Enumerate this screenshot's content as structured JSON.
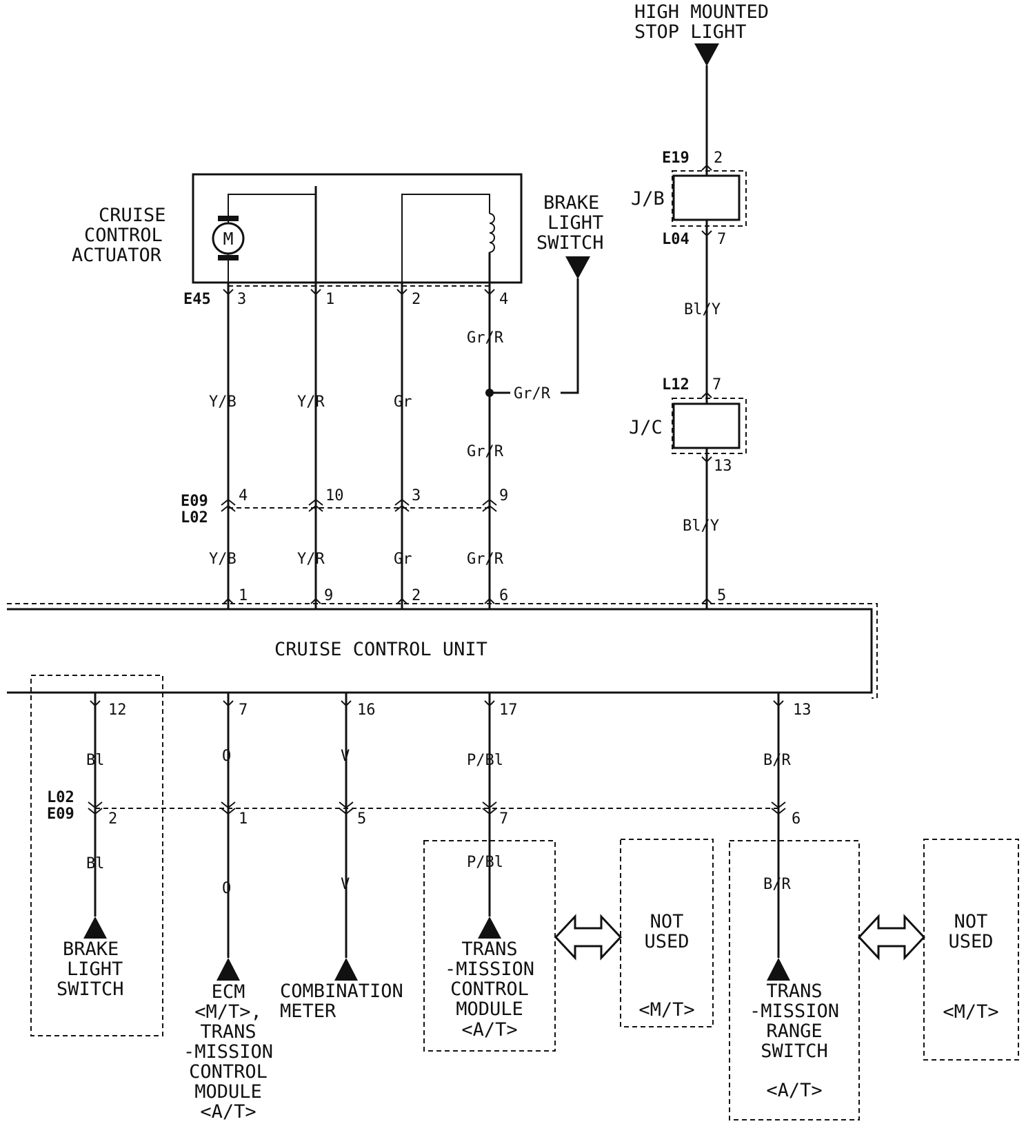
{
  "components": {
    "high_mounted_stop_light": [
      "HIGH MOUNTED",
      "STOP LIGHT"
    ],
    "cruise_control_actuator": [
      "CRUISE",
      "CONTROL",
      "ACTUATOR"
    ],
    "brake_light_switch_top": [
      "BRAKE",
      "LIGHT",
      "SWITCH"
    ],
    "motor_symbol": "M",
    "cruise_control_unit": "CRUISE CONTROL UNIT",
    "junction_block": "J/B",
    "joint_connector": "J/C",
    "brake_light_switch_bottom": [
      "BRAKE",
      "LIGHT",
      "SWITCH"
    ],
    "ecm": [
      "ECM",
      "<M/T>,",
      "TRANS",
      "-MISSION",
      "CONTROL",
      "MODULE",
      "<A/T>"
    ],
    "combination_meter": [
      "COMBINATION",
      "METER"
    ],
    "tcm": [
      "TRANS",
      "-MISSION",
      "CONTROL",
      "MODULE",
      "<A/T>"
    ],
    "not_used_1": [
      "NOT",
      "USED",
      "<M/T>"
    ],
    "range_switch": [
      "TRANS",
      "-MISSION",
      "RANGE",
      "SWITCH",
      "<A/T>"
    ],
    "not_used_2": [
      "NOT",
      "USED",
      "<M/T>"
    ]
  },
  "connectors": {
    "e19": "E19",
    "l04": "L04",
    "l12": "L12",
    "e45": "E45",
    "e09": "E09",
    "l02": "L02",
    "l02_b": "L02",
    "e09_b": "E09"
  },
  "pins": {
    "e19": "2",
    "l04": "7",
    "l12": "7",
    "jc_out": "13",
    "e45_motor": "3",
    "e45_a": "1",
    "e45_b": "2",
    "e45_coil": "4",
    "e09_yb": "4",
    "e09_yr": "10",
    "e09_gr": "3",
    "e09_grr": "9",
    "ccu_yb": "1",
    "ccu_yr": "9",
    "ccu_gr": "2",
    "ccu_grr": "6",
    "ccu_bly": "5",
    "ccu_bl": "12",
    "ccu_o": "7",
    "ccu_v": "16",
    "ccu_pbl": "17",
    "ccu_br": "13",
    "l02_bl": "2",
    "l02_o": "1",
    "l02_v": "5",
    "l02_pbl": "7",
    "l02_br": "6"
  },
  "wires": {
    "bly_1": "Bl/Y",
    "bly_2": "Bl/Y",
    "yb_1": "Y/B",
    "yr_1": "Y/R",
    "gr_1": "Gr",
    "grr_1": "Gr/R",
    "grr_brake": "Gr/R",
    "grr_2": "Gr/R",
    "yb_2": "Y/B",
    "yr_2": "Y/R",
    "gr_2": "Gr",
    "grr_3": "Gr/R",
    "bl_1": "Bl",
    "o_1": "O",
    "v_1": "V",
    "pbl_1": "P/Bl",
    "br_1": "B/R",
    "bl_2": "Bl",
    "o_2": "O",
    "v_2": "V",
    "pbl_2": "P/Bl",
    "br_2": "B/R"
  }
}
